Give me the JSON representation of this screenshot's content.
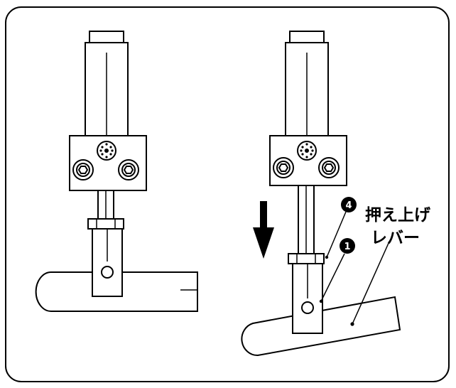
{
  "callouts": {
    "marker_4": "4",
    "marker_1": "1",
    "part_label_line1": "押え上げ",
    "part_label_line2": "レバー"
  },
  "colors": {
    "stroke": "#000000",
    "background": "#ffffff",
    "frame": "#000000"
  },
  "icons": {
    "arrow": "down-arrow-icon",
    "screw": "hex-socket-screw-icon",
    "set_screw": "knurled-set-screw-icon"
  }
}
